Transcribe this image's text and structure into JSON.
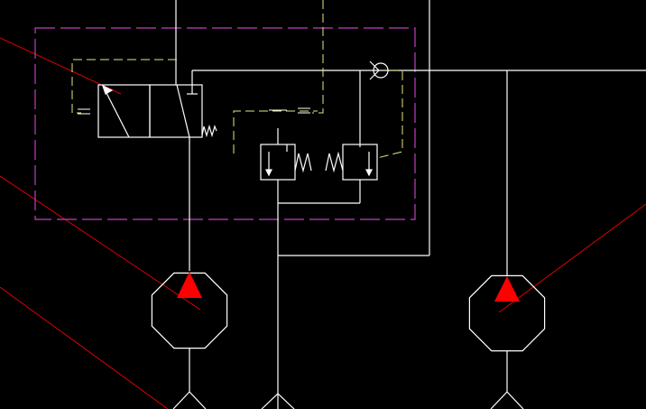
{
  "colors": {
    "background": "#000000",
    "line": "#ffffff",
    "pilot": "#e6e680",
    "boundary": "#c040c0",
    "leader": "#e00000",
    "pump_arrow": "#ff0000"
  },
  "components": [
    {
      "id": "directional-valve",
      "type": "two-position-valve-spring-return"
    },
    {
      "id": "relief-valve-1",
      "type": "pressure-relief-valve"
    },
    {
      "id": "relief-valve-2",
      "type": "pressure-relief-valve"
    },
    {
      "id": "check-valve",
      "type": "check-valve"
    },
    {
      "id": "pump-1",
      "type": "hydraulic-pump"
    },
    {
      "id": "pump-2",
      "type": "hydraulic-pump"
    }
  ],
  "labels": {
    "spring_symbol": "W"
  }
}
